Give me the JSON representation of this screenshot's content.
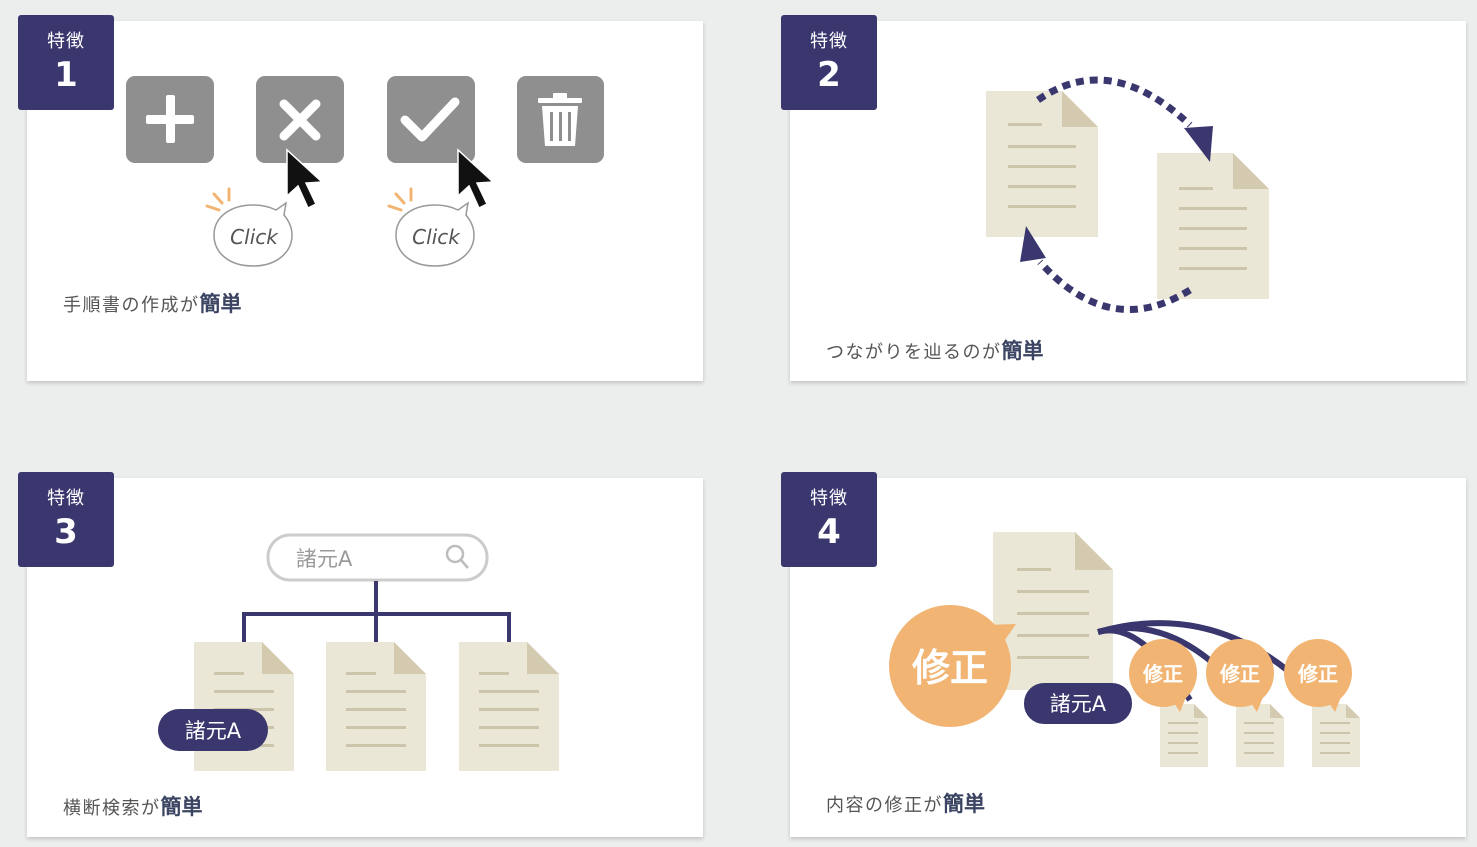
{
  "features": [
    {
      "label": "特徴",
      "number": "1",
      "caption_prefix": "手順書の作成が",
      "caption_emphasis": "簡単",
      "illustration": {
        "icons": [
          "plus-icon",
          "close-icon",
          "check-icon",
          "trash-icon"
        ],
        "click_text": "Click",
        "button_color": "#8f8f8f"
      }
    },
    {
      "label": "特徴",
      "number": "2",
      "caption_prefix": "つながりを辿るのが",
      "caption_emphasis": "簡単"
    },
    {
      "label": "特徴",
      "number": "3",
      "caption_prefix": "横断検索が",
      "caption_emphasis": "簡単",
      "illustration": {
        "search_value": "諸元A",
        "tag": "諸元A"
      }
    },
    {
      "label": "特徴",
      "number": "4",
      "caption_prefix": "内容の修正が",
      "caption_emphasis": "簡単",
      "illustration": {
        "big_bubble": "修正",
        "small_bubbles": [
          "修正",
          "修正",
          "修正"
        ],
        "tag": "諸元A"
      }
    }
  ],
  "colors": {
    "navy": "#3a376e",
    "orange": "#f1b473",
    "document": "#ebe7d6",
    "document_fold": "#d3cab0",
    "gray_button": "#8f8f8f",
    "background": "#eceded"
  }
}
